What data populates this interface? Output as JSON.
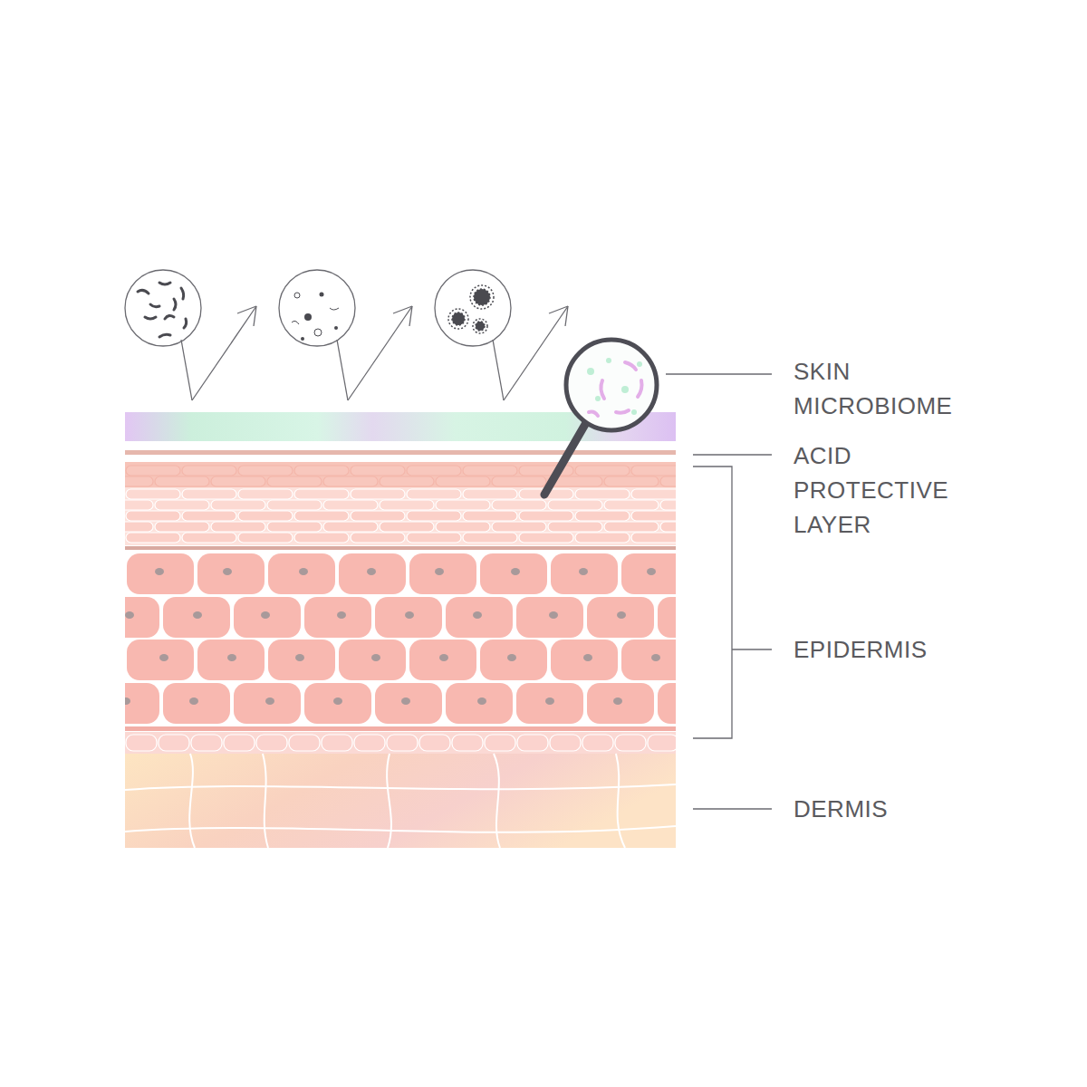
{
  "diagram": {
    "labels": [
      "SKIN MICROBIOME",
      "ACID PROTECTIVE LAYER",
      "EPIDERMIS",
      "DERMIS"
    ]
  }
}
